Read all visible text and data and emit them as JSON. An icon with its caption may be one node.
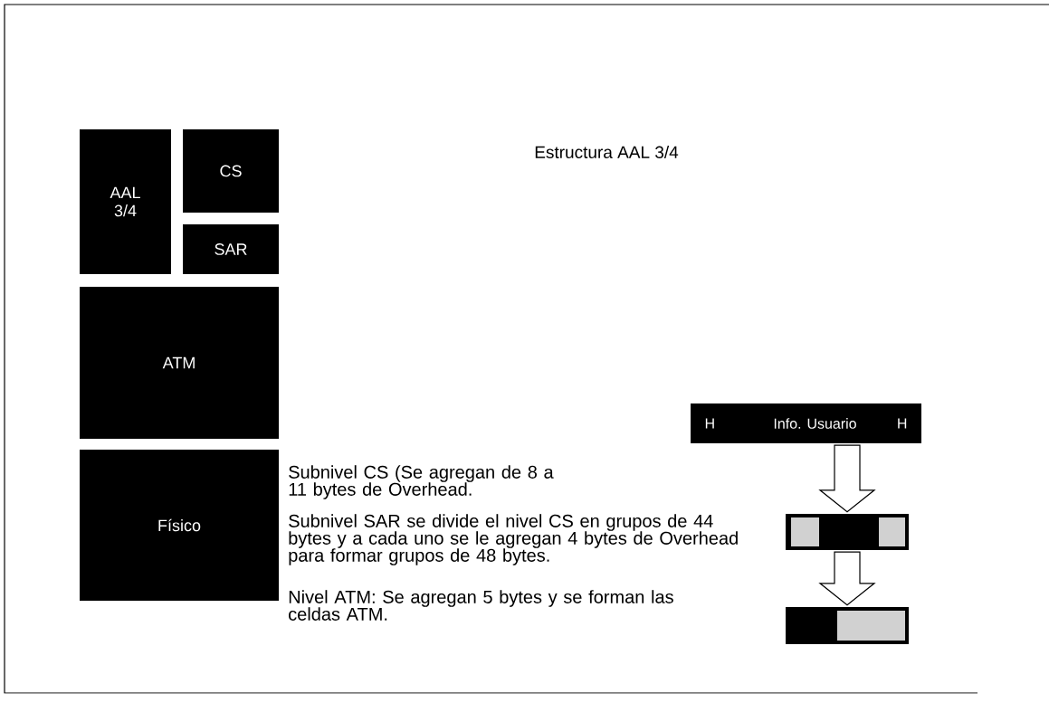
{
  "diagram": {
    "title": "Estructura AAL 3/4",
    "nodes": [
      {
        "text": [
          "AAL 3/4"
        ]
      },
      {
        "text": [
          "CS"
        ]
      },
      {
        "text": [
          "SAR"
        ]
      },
      {
        "text": [
          "ATM"
        ]
      },
      {
        "text": [
          "Físico"
        ]
      },
      {
        "text": [
          "H",
          "Info. Usuario",
          "H"
        ]
      },
      {
        "text": [],
        "shape": "bar"
      },
      {
        "text": [],
        "shape": "bar"
      }
    ],
    "edges": [
      {
        "from": 5,
        "to": 6,
        "arrow": "to"
      },
      {
        "from": 6,
        "to": 7,
        "arrow": "to"
      }
    ],
    "labels": [
      "Subnivel CS (Se agregan de 8 a 11 bytes de Overhead.",
      "Subnivel SAR se divide el nivel CS en grupos de 44 bytes y a cada uno se le agregan 4 bytes de Overhead para formar grupos de 48 bytes.",
      "Nivel ATM: Se agregan 5 bytes y se forman las celdas ATM."
    ]
  }
}
